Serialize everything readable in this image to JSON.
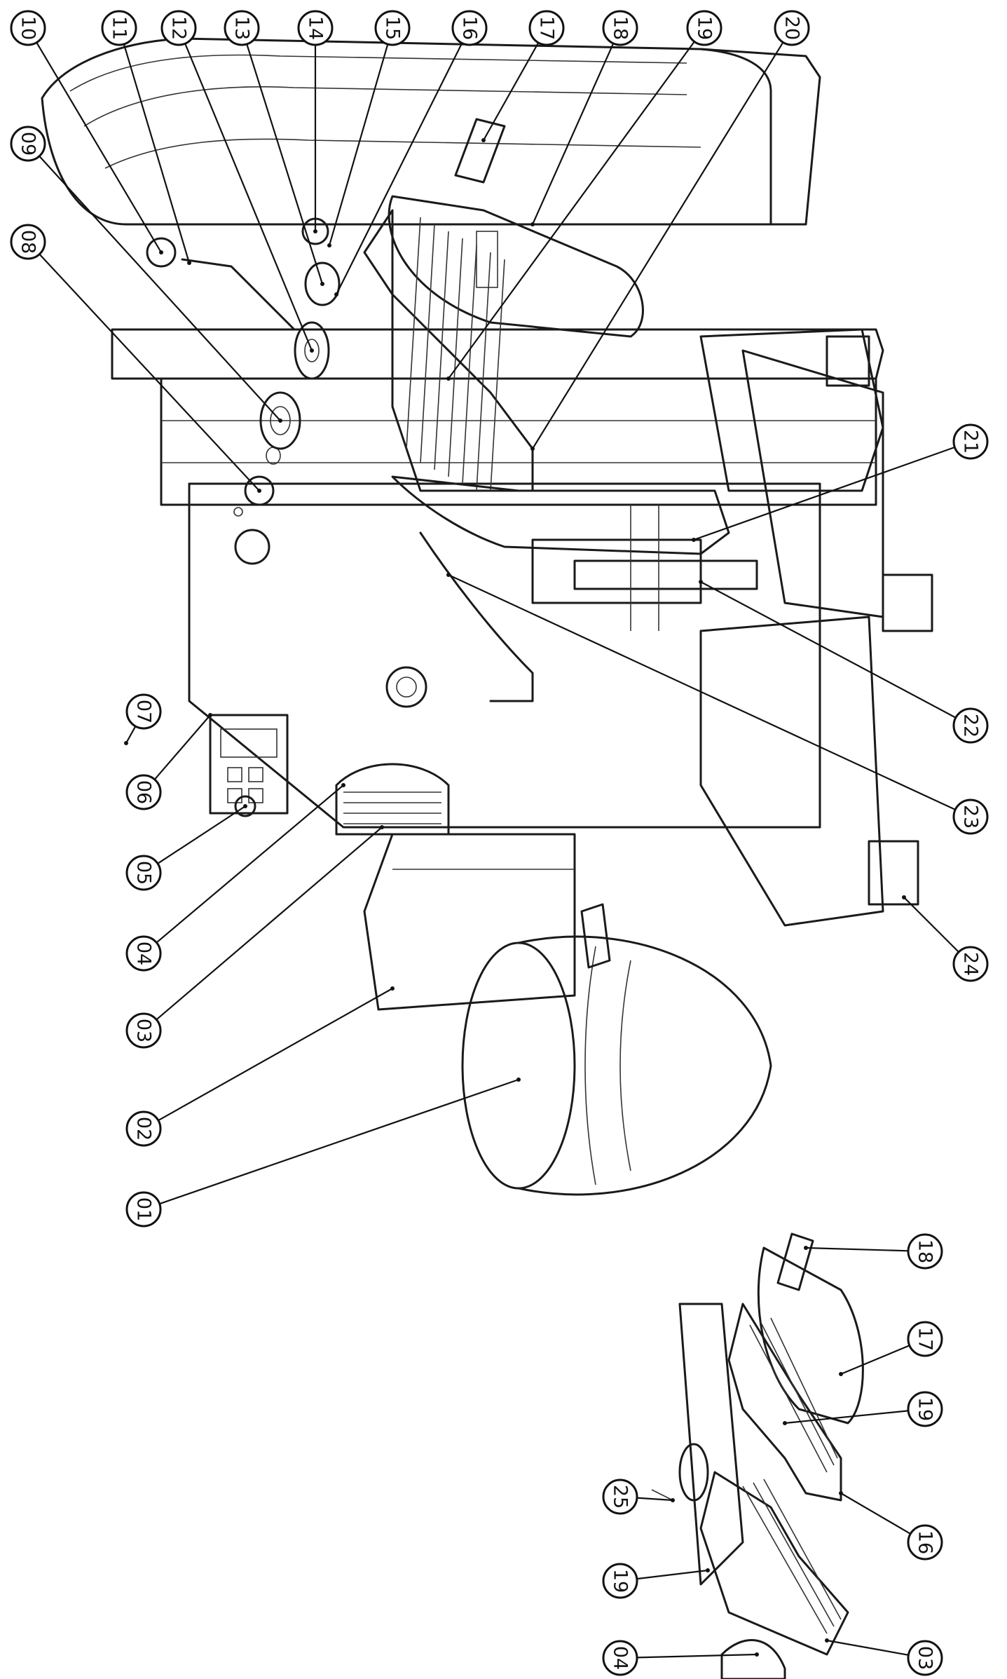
{
  "diagram": {
    "type": "exploded-parts-diagram",
    "orientation": "rotated-90",
    "main_view": {
      "callouts": [
        {
          "label": "01"
        },
        {
          "label": "02"
        },
        {
          "label": "03"
        },
        {
          "label": "04"
        },
        {
          "label": "05"
        },
        {
          "label": "06"
        },
        {
          "label": "07"
        },
        {
          "label": "08"
        },
        {
          "label": "09"
        },
        {
          "label": "10"
        },
        {
          "label": "11"
        },
        {
          "label": "12"
        },
        {
          "label": "13"
        },
        {
          "label": "14"
        },
        {
          "label": "15"
        },
        {
          "label": "16"
        },
        {
          "label": "17"
        },
        {
          "label": "18"
        },
        {
          "label": "19"
        },
        {
          "label": "20"
        },
        {
          "label": "21"
        },
        {
          "label": "22"
        },
        {
          "label": "23"
        },
        {
          "label": "24"
        }
      ]
    },
    "detail_view": {
      "callouts": [
        {
          "label": "18"
        },
        {
          "label": "17"
        },
        {
          "label": "19"
        },
        {
          "label": "16"
        },
        {
          "label": "03"
        },
        {
          "label": "04"
        },
        {
          "label": "19"
        },
        {
          "label": "25"
        }
      ]
    }
  }
}
